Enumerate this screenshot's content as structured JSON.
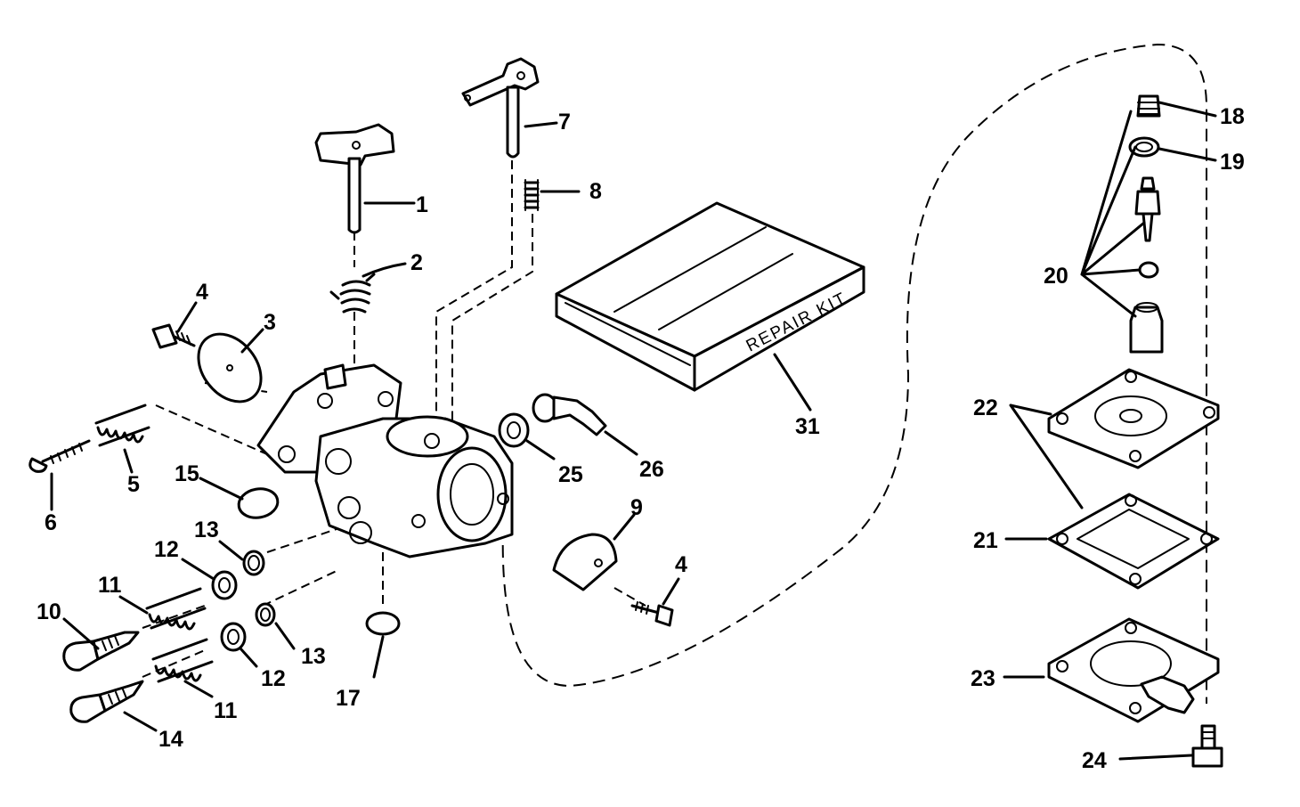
{
  "diagram": {
    "kit_label": "REPAIR KIT",
    "callouts": {
      "c1": "1",
      "c2": "2",
      "c3": "3",
      "c4a": "4",
      "c4b": "4",
      "c5": "5",
      "c6": "6",
      "c7": "7",
      "c8": "8",
      "c9": "9",
      "c10": "10",
      "c11a": "11",
      "c11b": "11",
      "c12a": "12",
      "c12b": "12",
      "c13a": "13",
      "c13b": "13",
      "c14": "14",
      "c15": "15",
      "c17": "17",
      "c18": "18",
      "c19": "19",
      "c20": "20",
      "c21": "21",
      "c22": "22",
      "c23": "23",
      "c24": "24",
      "c25": "25",
      "c26": "26",
      "c31": "31"
    }
  }
}
